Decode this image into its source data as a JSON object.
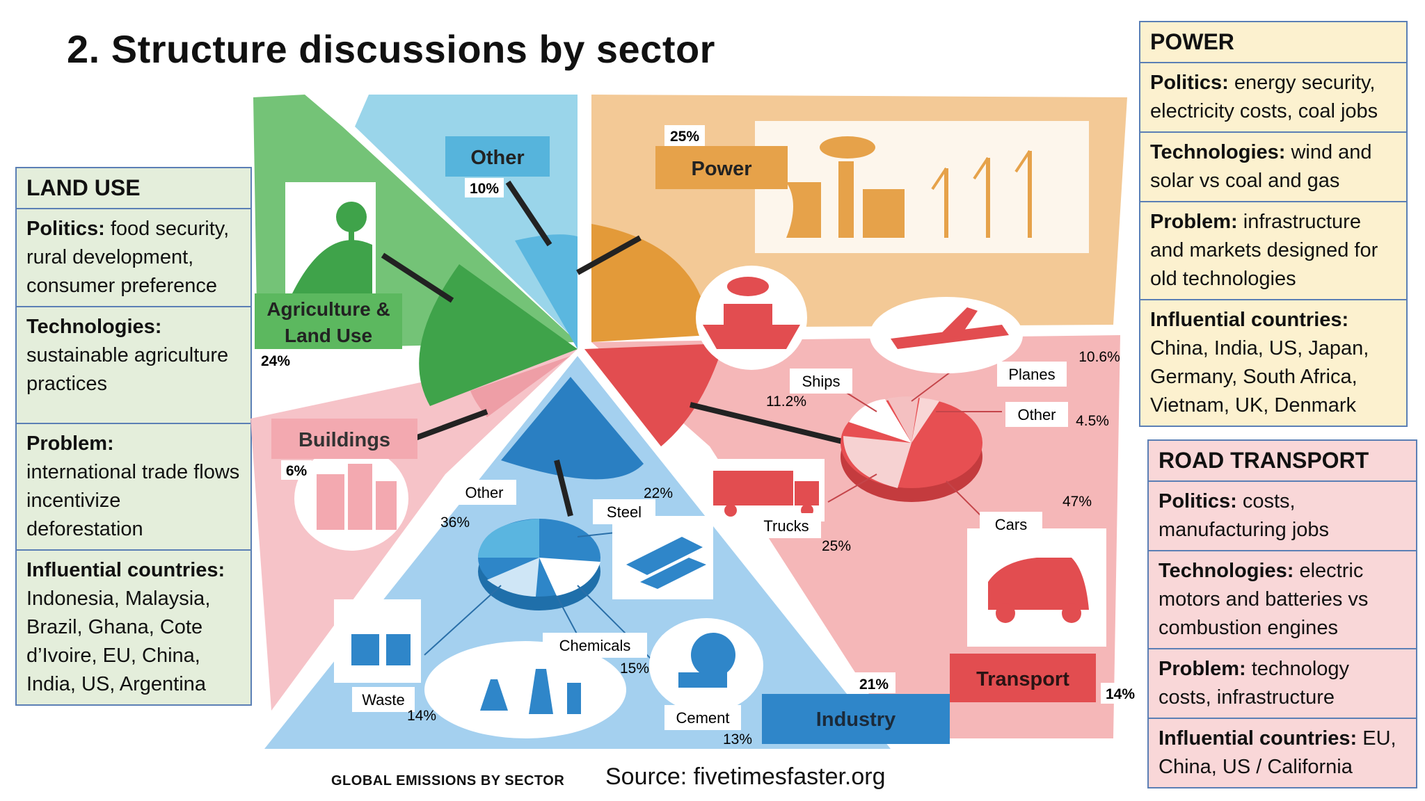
{
  "title": "2. Structure discussions by sector",
  "source": "Source: fivetimesfaster.org",
  "footer_label": "GLOBAL EMISSIONS BY SECTOR",
  "colors": {
    "agriculture": "#4caf50",
    "other": "#56b4dc",
    "power": "#e6a24a",
    "transport": "#e9595c",
    "industry": "#2f86c9",
    "buildings": "#f3a9b0",
    "land_panel_bg": "#e4eedb",
    "power_panel_bg": "#fcf1cf",
    "road_panel_bg": "#f9d7d8",
    "panel_border": "#5b7fb5"
  },
  "land_use": {
    "heading": "LAND USE",
    "politics_label": "Politics:",
    "politics_text": " food security, rural development, consumer preference",
    "technologies_label": "Technologies:",
    "technologies_text": "sustainable agriculture practices",
    "problem_label": "Problem:",
    "problem_text": "international trade flows incentivize deforestation",
    "countries_label": "Influential countries:",
    "countries_text": "Indonesia, Malaysia, Brazil, Ghana, Cote d’Ivoire, EU, China, India, US, Argentina"
  },
  "power": {
    "heading": "POWER",
    "politics_label": "Politics:",
    "politics_text": " energy security, electricity costs, coal jobs",
    "technologies_label": "Technologies:",
    "technologies_text": " wind and solar vs coal and gas",
    "problem_label": "Problem:",
    "problem_text": " infrastructure and markets designed for old technologies",
    "countries_label": "Influential countries:",
    "countries_text": "China, India, US, Japan, Germany, South Africa, Vietnam, UK, Denmark"
  },
  "road_transport": {
    "heading": "ROAD TRANSPORT",
    "politics_label": "Politics:",
    "politics_text": " costs, manufacturing jobs",
    "technologies_label": "Technologies:",
    "technologies_text": " electric motors and batteries vs combustion engines",
    "problem_label": "Problem:",
    "problem_text": " technology costs, infrastructure",
    "countries_label": "Influential countries:",
    "countries_text": " EU, China, US / California"
  },
  "sectors": {
    "agriculture": {
      "name_line1": "Agriculture &",
      "name_line2": "Land Use",
      "pct": "24%"
    },
    "other": {
      "name": "Other",
      "pct": "10%"
    },
    "power": {
      "name": "Power",
      "pct": "25%"
    },
    "buildings": {
      "name": "Buildings",
      "pct": "6%"
    },
    "industry": {
      "name": "Industry",
      "pct": "21%"
    },
    "transport": {
      "name": "Transport",
      "pct": "14%"
    }
  },
  "transport_breakdown": {
    "ships": {
      "name": "Ships",
      "pct": "11.2%"
    },
    "planes": {
      "name": "Planes",
      "pct": "10.6%"
    },
    "other": {
      "name": "Other",
      "pct": "4.5%"
    },
    "trucks": {
      "name": "Trucks",
      "pct": "25%"
    },
    "cars": {
      "name": "Cars",
      "pct": "47%"
    }
  },
  "industry_breakdown": {
    "other": {
      "name": "Other",
      "pct": "36%"
    },
    "steel": {
      "name": "Steel",
      "pct": "22%"
    },
    "chemicals": {
      "name": "Chemicals",
      "pct": "15%"
    },
    "waste": {
      "name": "Waste",
      "pct": "14%"
    },
    "cement": {
      "name": "Cement",
      "pct": "13%"
    }
  }
}
